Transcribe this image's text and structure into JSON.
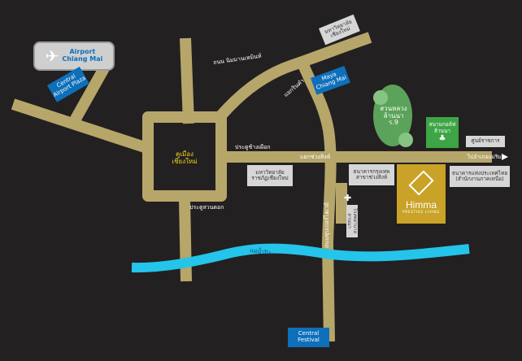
{
  "colors": {
    "background": "#232021",
    "road": "#b6a66a",
    "river": "#25c4ea",
    "label_box": "#0e6fba",
    "info_box": "#d6d6d6",
    "park": "#5ba35a",
    "himma": "#c9a227"
  },
  "airport": {
    "line1": "Airport",
    "line2": "Chiang Mai",
    "icon": "airplane-icon"
  },
  "central_airport_plaza": {
    "line1": "Central",
    "line2": "Airport Plaza"
  },
  "maya": {
    "line1": "Maya",
    "line2": "Chiang Mai"
  },
  "central_festival": {
    "line1": "Central",
    "line2": "Festival"
  },
  "university_top": {
    "line1": "มหาวิทยาลัย",
    "line2": "เชียงใหม่"
  },
  "rajabhat": {
    "line1": "มหาวิทยาลัย",
    "line2": "ราชภัฏเชียงใหม่"
  },
  "krungthai_bank": {
    "line1": "ธนาคารกรุงเทพ",
    "line2": "สาขาช่วงสิงห์"
  },
  "bot": {
    "line1": "ธนาคารแห่งประเทศไทย",
    "line2": "(สำนักงานภาคเหนือ)"
  },
  "gov_center": {
    "text": "ศูนย์ราชการ"
  },
  "hospital": {
    "line1": "โรงพยาบาล",
    "line2": "ลานนา",
    "icon": "hospital-cross-icon"
  },
  "moat": {
    "line1": "คูเมือง",
    "line2": "เชียงใหม่"
  },
  "park": {
    "line1": "สวนหลวง",
    "line2": "ล้านนา",
    "line3": "ร.9"
  },
  "stadium": {
    "line1": "สนามกอล์ฟ",
    "line2": "ล้านนา",
    "icon": "tree-icon"
  },
  "himma": {
    "name": "Himma",
    "tagline": "PRESTIGE LIVING",
    "icon": "himma-logo-icon"
  },
  "roads": {
    "nimman": "ถนน นิมมานเหมินท์",
    "junction": "แยกรินคำ",
    "chang_phueak": "ประตูช้างเผือก",
    "chuang_sing": "แยกช่วงสิงห์",
    "mae_rim": "ไปอำเภอแม่ริม",
    "suan_prung": "ประตูสวนดอก",
    "super_highway": "ถนนซุปเปอร์ไฮเวย์"
  },
  "river": {
    "name": "แม่น้ำปิง"
  }
}
